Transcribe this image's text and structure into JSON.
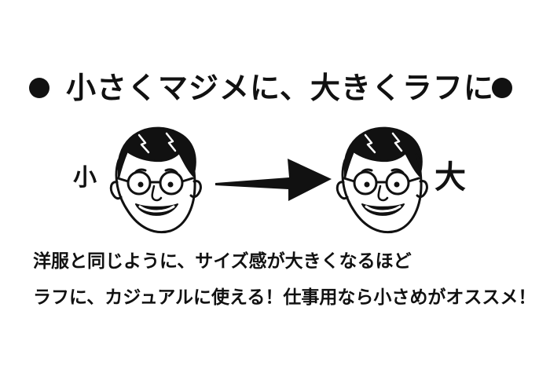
{
  "headline": "小さくマジメに、大きくラフに",
  "labels": {
    "small": "小",
    "large": "大"
  },
  "caption": {
    "line1": "洋服と同じように、サイズ感が大きくなるほど",
    "line2": "ラフに、カジュアルに使える！仕事用なら小さめがオススメ！"
  },
  "icons": {
    "bullet": "black-circle-icon",
    "arrow": "right-arrow-icon",
    "face": "smiling-man-with-glasses-illustration"
  },
  "colors": {
    "ink": "#111111",
    "background": "#ffffff"
  }
}
